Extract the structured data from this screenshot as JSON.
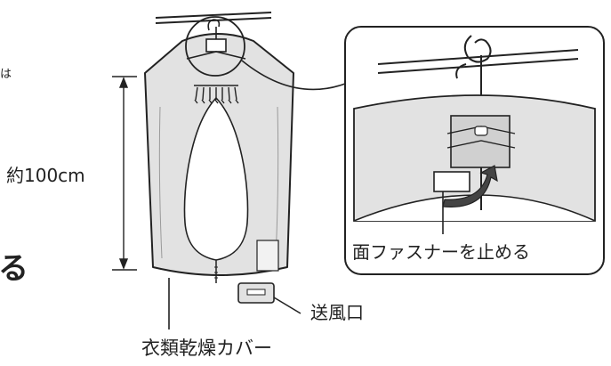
{
  "labels": {
    "height": "約100cm",
    "velcro": "面ファスナーを止める",
    "outlet": "送風口",
    "cover": "衣類乾燥カバー",
    "edge_fragment_top": "は",
    "edge_fragment_bottom": "る"
  },
  "colors": {
    "line": "#222222",
    "cover_fill": "#e2e2e2",
    "inner_fill": "#ffffff",
    "arrow_fill": "#444444"
  }
}
